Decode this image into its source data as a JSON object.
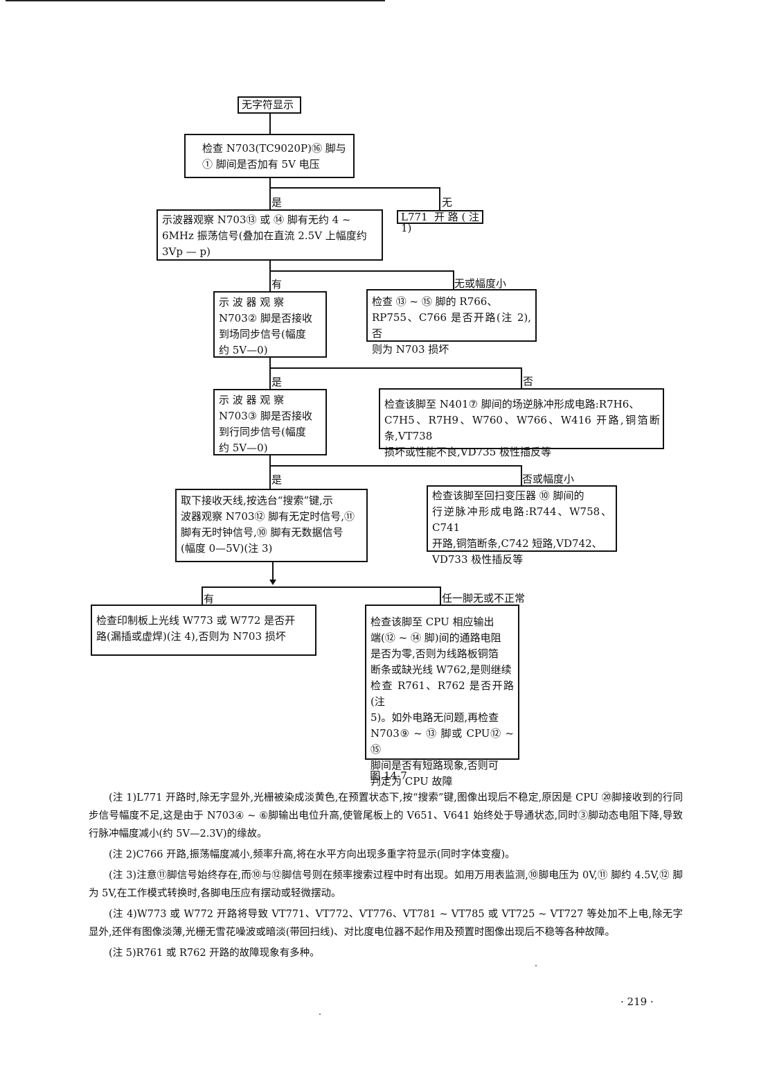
{
  "flowchart": {
    "start": "无字符显示",
    "box1": "检查 N703(TC9020P)⑯ 脚与\n① 脚间是否加有 5V 电压",
    "label1_yes": "是",
    "label1_no": "无",
    "result1": "L771 开路(注 1)",
    "box2": "示波器观察 N703⑬ 或 ⑭ 脚有无约 4 ~\n6MHz 振荡信号(叠加在直流 2.5V 上幅度约\n3Vp — p)",
    "label2_yes": "有",
    "label2_no": "无或幅度小",
    "result2": "检查 ⑬ ~ ⑮ 脚的 R766、\nRP755、C766 是否开路(注 2),否\n则为 N703 损坏",
    "box3": "示 波 器 观 察\nN703② 脚是否接收\n到场同步信号(幅度\n约 5V—0)",
    "label3_yes": "是",
    "label3_no": "否",
    "result3": "检查该脚至 N401⑦ 脚间的场逆脉冲形成电路:R7H6、\nC7H5、R7H9、W760、W766、W416 开路,铜箔断条,VT738\n损坏或性能不良,VD735 极性插反等",
    "box4": "示 波 器 观 察\nN703③ 脚是否接收\n到行同步信号(幅度\n约 5V—0)",
    "label4_yes": "是",
    "label4_no": "否或幅度小",
    "result4": "检查该脚至回扫变压器 ⑩ 脚间的\n行逆脉冲形成电路:R744、W758、C741\n开路,铜箔断条,C742 短路,VD742、\nVD733 极性插反等",
    "box5": "取下接收天线,按选台“搜索”键,示\n波器观察 N703⑫ 脚有无定时信号,⑪\n脚有无时钟信号,⑩ 脚有无数据信号\n(幅度 0—5V)(注 3)",
    "label5_yes": "有",
    "label5_no": "任一脚无或不正常",
    "result5_left": "检查印制板上光线 W773 或 W772 是否开\n路(漏插或虚焊)(注 4),否则为 N703 损坏",
    "result5_right": "检查该脚至 CPU 相应输出\n端(⑫ ~ ⑭ 脚)间的通路电阻\n是否为零,否则为线路板铜箔\n断条或缺光线 W762,是则继续\n检查 R761、R762 是否开路(注\n5)。如外电路无问题,再检查\nN703⑨ ~ ⑬ 脚或 CPU⑫ ~ ⑮\n脚间是否有短路现象,否则可\n判定为 CPU 故障"
  },
  "caption": "图 14-7",
  "notes": [
    "(注 1)L771 开路时,除无字显外,光栅被染成淡黄色,在预置状态下,按“搜索”键,图像出现后不稳定,原因是 CPU ⑳脚接收到的行同步信号幅度不足,这是由于 N703④ ~ ⑥脚输出电位升高,使管尾板上的 V651、V641 始终处于导通状态,同时③脚动态电阻下降,导致行脉冲幅度减小(约 5V—2.3V)的缘故。",
    "(注 2)C766 开路,振荡幅度减小,频率升高,将在水平方向出现多重字符显示(同时字体变瘦)。",
    "(注 3)注意⑪脚信号始终存在,而⑩与⑫脚信号则在频率搜索过程中时有出现。如用万用表监测,⑩脚电压为 0V,⑪ 脚约 4.5V,⑫ 脚为 5V,在工作模式转换时,各脚电压应有摆动或轻微摆动。",
    "(注 4)W773 或 W772 开路将导致 VT771、VT772、VT776、VT781 ~ VT785 或 VT725 ~ VT727 等处加不上电,除无字显外,还伴有图像淡薄,光栅无雪花噪波或暗淡(带回扫线)、对比度电位器不起作用及预置时图像出现后不稳等各种故障。",
    "(注 5)R761 或 R762 开路的故障现象有多种。"
  ],
  "page_number": "· 219 ·"
}
